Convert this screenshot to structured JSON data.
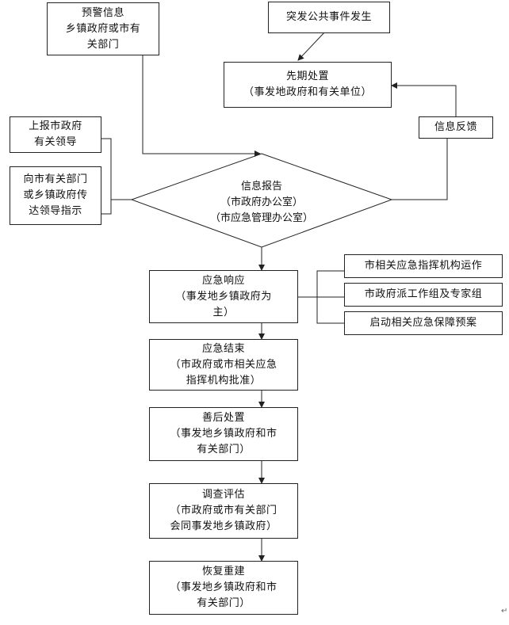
{
  "nodes": {
    "warning_info": {
      "lines": [
        "预警信息",
        "乡镇政府或市有",
        "关部门"
      ]
    },
    "public_event": {
      "lines": [
        "突发公共事件发生"
      ]
    },
    "initial_handling": {
      "lines": [
        "先期处置",
        "（事发地政府和有关单位）"
      ]
    },
    "report_leaders": {
      "lines": [
        "上报市政府",
        "有关领导"
      ]
    },
    "info_feedback": {
      "lines": [
        "信息反馈"
      ]
    },
    "convey_instructions": {
      "lines": [
        "向市有关部门",
        "或乡镇政府传",
        "达领导指示"
      ]
    },
    "info_report": {
      "lines": [
        "信息报告",
        "（市政府办公室）",
        "（市应急管理办公室）"
      ]
    },
    "emergency_response": {
      "lines": [
        "应急响应",
        "（事发地乡镇政府为",
        "主）"
      ]
    },
    "command_agency": {
      "lines": [
        "市相关应急指挥机构运作"
      ]
    },
    "work_group": {
      "lines": [
        "市政府派工作组及专家组"
      ]
    },
    "guarantee_plan": {
      "lines": [
        "启动相关应急保障预案"
      ]
    },
    "emergency_end": {
      "lines": [
        "应急结束",
        "（市政府或市相关应急",
        "指挥机构批准）"
      ]
    },
    "aftermath": {
      "lines": [
        "善后处置",
        "（事发地乡镇政府和市",
        "有关部门）"
      ]
    },
    "investigation": {
      "lines": [
        "调查评估",
        "（市政府或市有关部门",
        "会同事发地乡镇政府）"
      ]
    },
    "reconstruction": {
      "lines": [
        "恢复重建",
        "（事发地乡镇政府和市",
        "有关部门）"
      ]
    }
  },
  "paragraph_mark": "↵",
  "colors": {
    "line": "#222222",
    "background": "#ffffff"
  }
}
